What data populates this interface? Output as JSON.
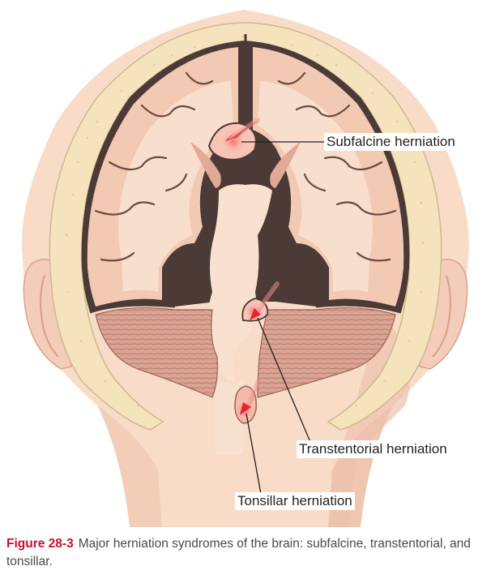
{
  "labels": {
    "subfalcine": "Subfalcine herniation",
    "transtentorial": "Transtentorial herniation",
    "tonsillar": "Tonsillar herniation"
  },
  "caption": {
    "label": "Figure 28-3",
    "text": "Major herniation syndromes of the brain: subfalcine, transtentorial, and tonsillar."
  },
  "colors": {
    "skin": "#f8dcc8",
    "skin_shadow": "#e7b7a0",
    "skull": "#f4e3bd",
    "dura": "#4b3a35",
    "cortex": "#f2c9b3",
    "white_matter": "#f8dfcd",
    "cerebellum": "#d6a090",
    "herniation_arrow": "#e8232c",
    "caption_label": "#c8102e"
  }
}
